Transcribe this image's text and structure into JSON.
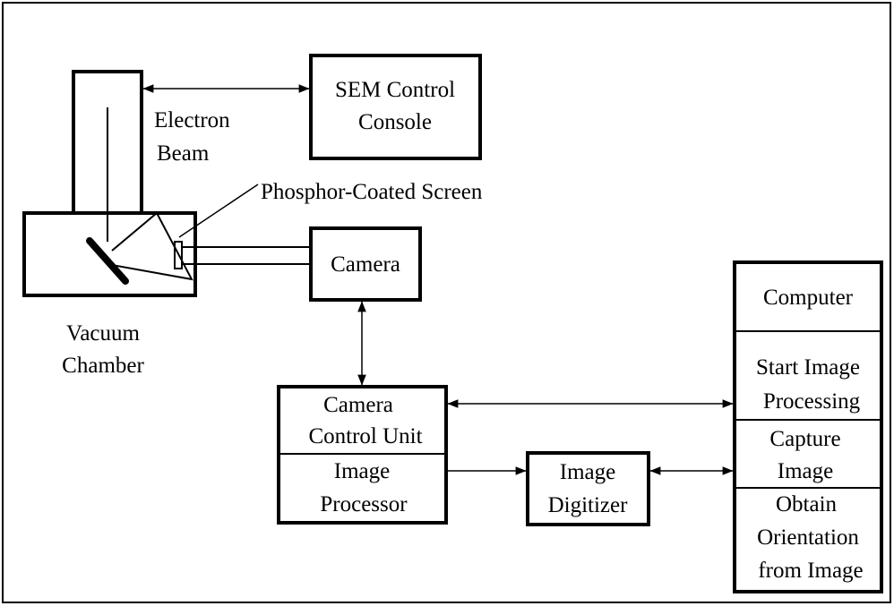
{
  "diagram": {
    "labels": {
      "sem_console_line1": "SEM Control",
      "sem_console_line2": "Console",
      "electron_beam_line1": "Electron",
      "electron_beam_line2": "Beam",
      "phosphor_screen": "Phosphor-Coated Screen",
      "camera": "Camera",
      "vacuum_chamber_line1": "Vacuum",
      "vacuum_chamber_line2": "Chamber",
      "ccu_line1": "Camera",
      "ccu_line2": "Control Unit",
      "image_processor_line1": "Image",
      "image_processor_line2": "Processor",
      "digitizer_line1": "Image",
      "digitizer_line2": "Digitizer",
      "computer": "Computer",
      "start_processing_line1": "Start Image",
      "start_processing_line2": "Processing",
      "capture_line1": "Capture",
      "capture_line2": "Image",
      "orientation_line1": "Obtain",
      "orientation_line2": "Orientation",
      "orientation_line3": "from Image"
    },
    "colors": {
      "ink": "#000000",
      "background": "#ffffff"
    }
  }
}
